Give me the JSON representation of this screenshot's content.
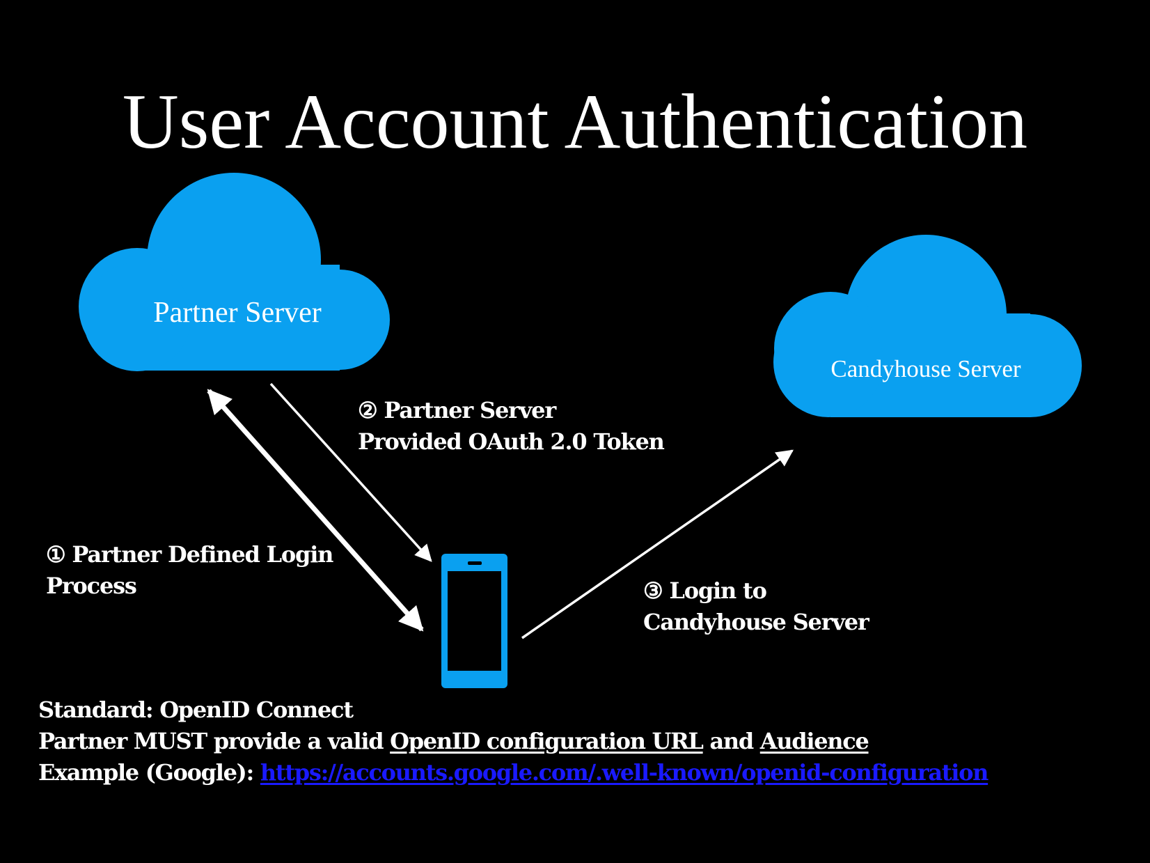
{
  "title": "User Account Authentication",
  "nodes": {
    "partner_server": {
      "label": "Partner Server"
    },
    "candyhouse_server": {
      "label": "Candyhouse Server"
    },
    "phone": {
      "icon": "smartphone-icon"
    }
  },
  "steps": {
    "step1": {
      "line1": "① Partner Defined Login",
      "line2": "Process"
    },
    "step2": {
      "line1": "② Partner Server",
      "line2": "Provided OAuth 2.0 Token"
    },
    "step3": {
      "line1": "③ Login to",
      "line2": "Candyhouse Server"
    }
  },
  "notes": {
    "line1": "Standard: OpenID Connect",
    "line2_prefix": "Partner MUST provide a valid ",
    "line2_link1": "OpenID configuration URL",
    "line2_mid": " and ",
    "line2_link2": "Audience",
    "line3_prefix": "Example (Google): ",
    "line3_url": "https://accounts.google.com/.well-known/openid-configuration"
  },
  "colors": {
    "background": "#000000",
    "cloud": "#0aa0f0",
    "text": "#ffffff",
    "link": "#1a1aff"
  }
}
